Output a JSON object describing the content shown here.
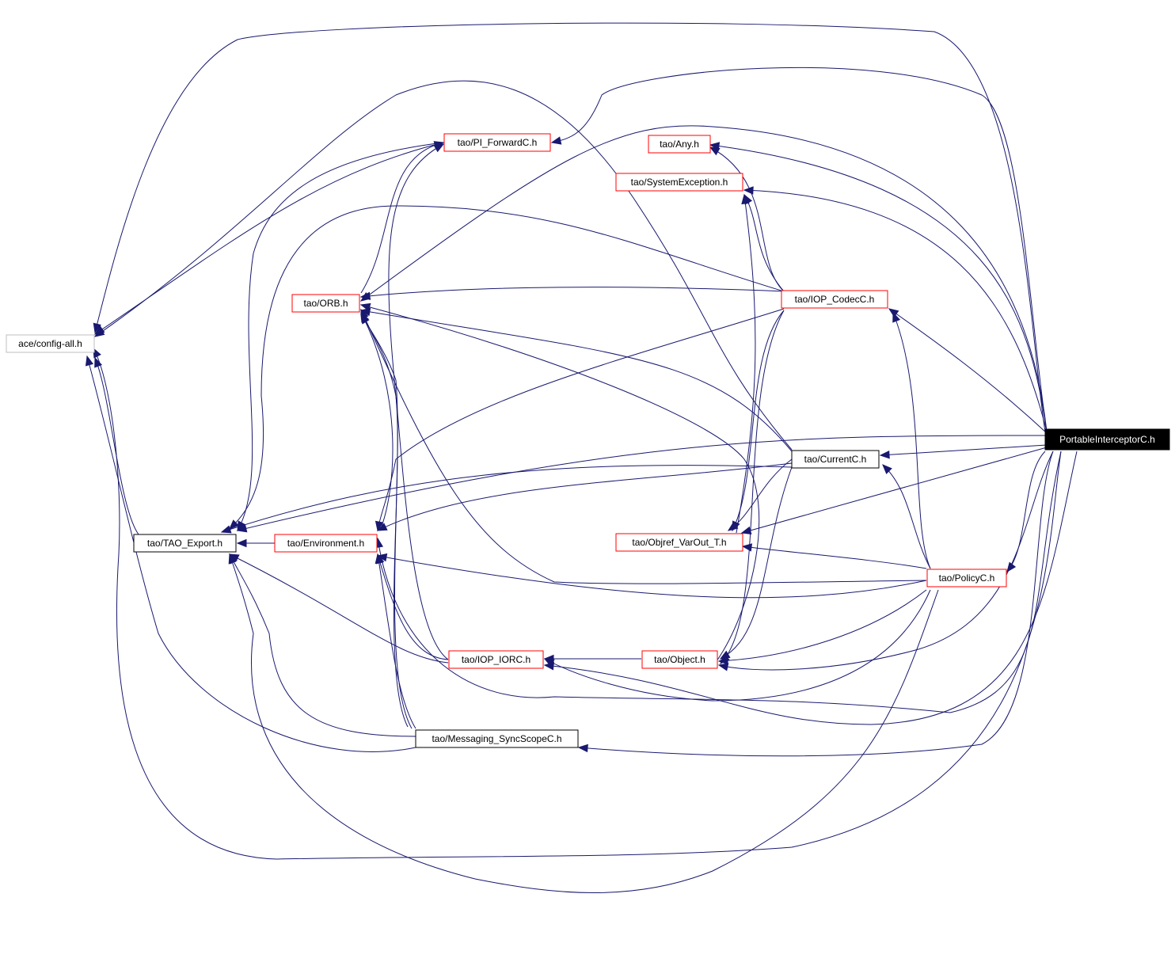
{
  "colors": {
    "edge": "#191970",
    "documented_border": "#ff0000",
    "undocumented_border": "#000000",
    "external_border": "#bfbfbf",
    "root_fill": "#000000",
    "root_text": "#ffffff"
  },
  "nodes": {
    "config_all": {
      "label": "ace/config-all.h"
    },
    "tao_export": {
      "label": "tao/TAO_Export.h"
    },
    "environment": {
      "label": "tao/Environment.h"
    },
    "orb": {
      "label": "tao/ORB.h"
    },
    "pi_forwardc": {
      "label": "tao/PI_ForwardC.h"
    },
    "iop_iorc": {
      "label": "tao/IOP_IORC.h"
    },
    "messaging": {
      "label": "tao/Messaging_SyncScopeC.h"
    },
    "any": {
      "label": "tao/Any.h"
    },
    "sysexc": {
      "label": "tao/SystemException.h"
    },
    "objref": {
      "label": "tao/Objref_VarOut_T.h"
    },
    "object": {
      "label": "tao/Object.h"
    },
    "iop_codecc": {
      "label": "tao/IOP_CodecC.h"
    },
    "currentc": {
      "label": "tao/CurrentC.h"
    },
    "policyc": {
      "label": "tao/PolicyC.h"
    },
    "portable": {
      "label": "PortableInterceptorC.h"
    }
  }
}
